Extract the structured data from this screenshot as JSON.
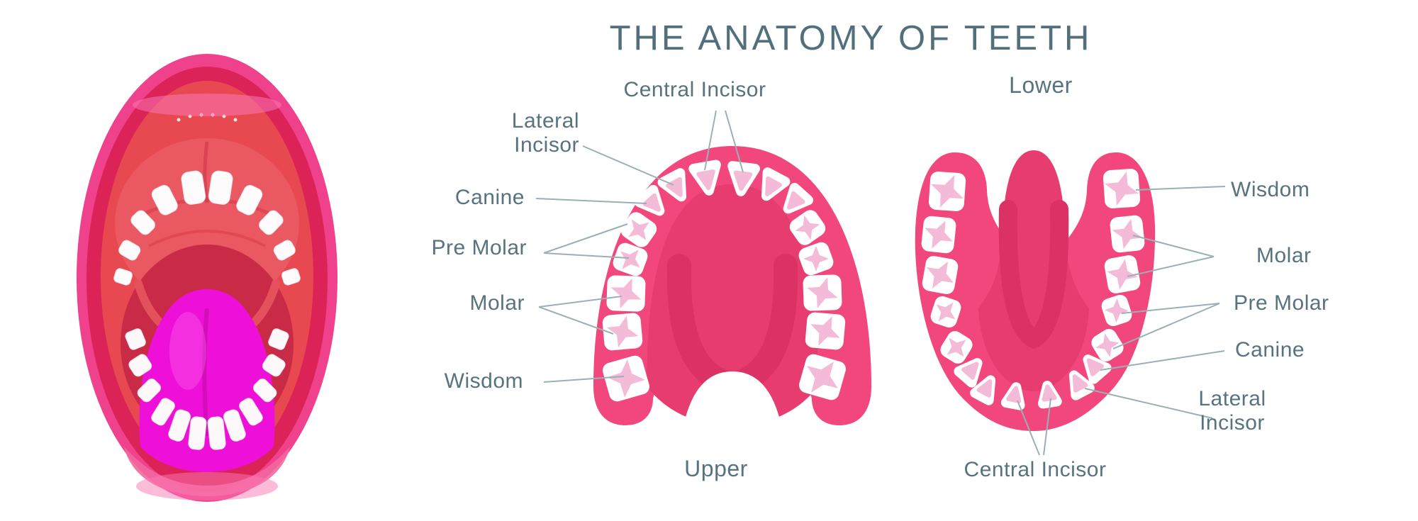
{
  "title": "THE ANATOMY OF TEETH",
  "illustration": {
    "name": "open human mouth"
  },
  "upper": {
    "caption": "Upper",
    "labels": {
      "central_incisor": "Central Incisor",
      "lateral_incisor": "Lateral Incisor",
      "canine": "Canine",
      "pre_molar": "Pre Molar",
      "molar": "Molar",
      "wisdom": "Wisdom"
    }
  },
  "lower": {
    "caption": "Lower",
    "labels": {
      "wisdom": "Wisdom",
      "molar": "Molar",
      "pre_molar": "Pre Molar",
      "canine": "Canine",
      "lateral_incisor": "Lateral Incisor",
      "central_incisor": "Central Incisor"
    }
  },
  "colors": {
    "jaw_pink": "#F2477D",
    "jaw_inner": "#E63C70",
    "jaw_shadow": "#DB3165",
    "tooth_fill": "#FFFFFF",
    "tooth_mark": "#F4BBD8",
    "label_text": "#56737F",
    "leader_line": "#9BAFB6",
    "title_text": "#51707C",
    "tongue_magenta": "#EE10D8"
  }
}
